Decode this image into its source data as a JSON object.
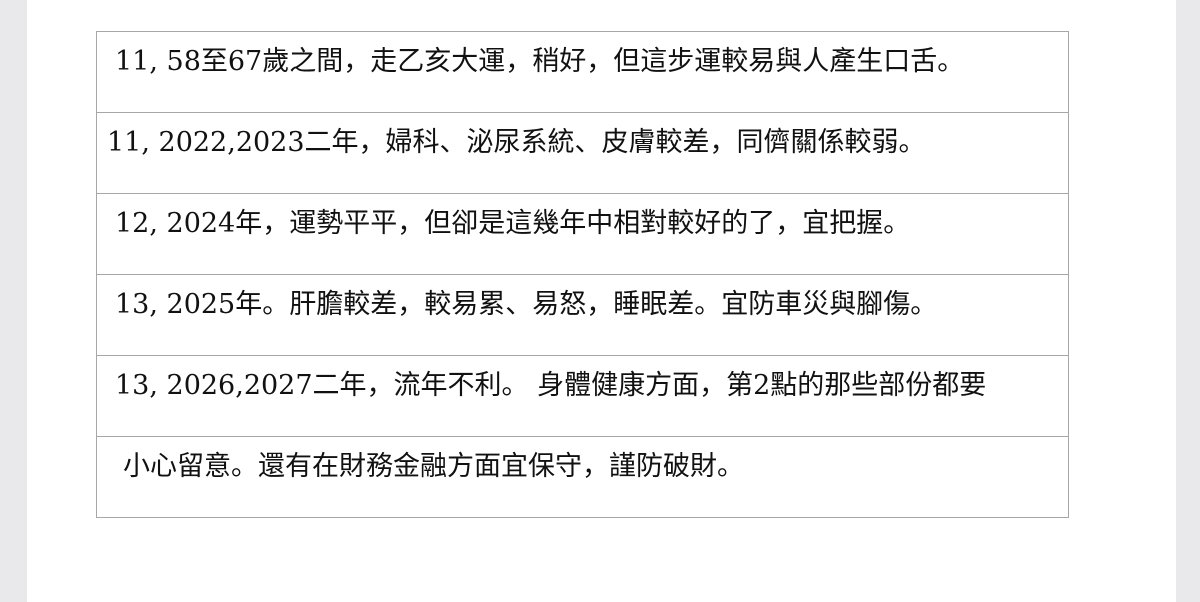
{
  "document": {
    "rows": [
      "11, 58至67歲之間，走乙亥大運，稍好，但這步運較易與人產生口舌。",
      "11,  2022,2023二年，婦科、泌尿系統、皮膚較差，同儕關係較弱。",
      "12, 2024年，運勢平平，但卻是這幾年中相對較好的了，宜把握。",
      "13, 2025年。肝膽較差，較易累、易怒，睡眠差。宜防車災與腳傷。",
      "13, 2026,2027二年，流年不利。 身體健康方面，第2點的那些部份都要",
      "小心留意。還有在財務金融方面宜保守，謹防破財。"
    ]
  }
}
